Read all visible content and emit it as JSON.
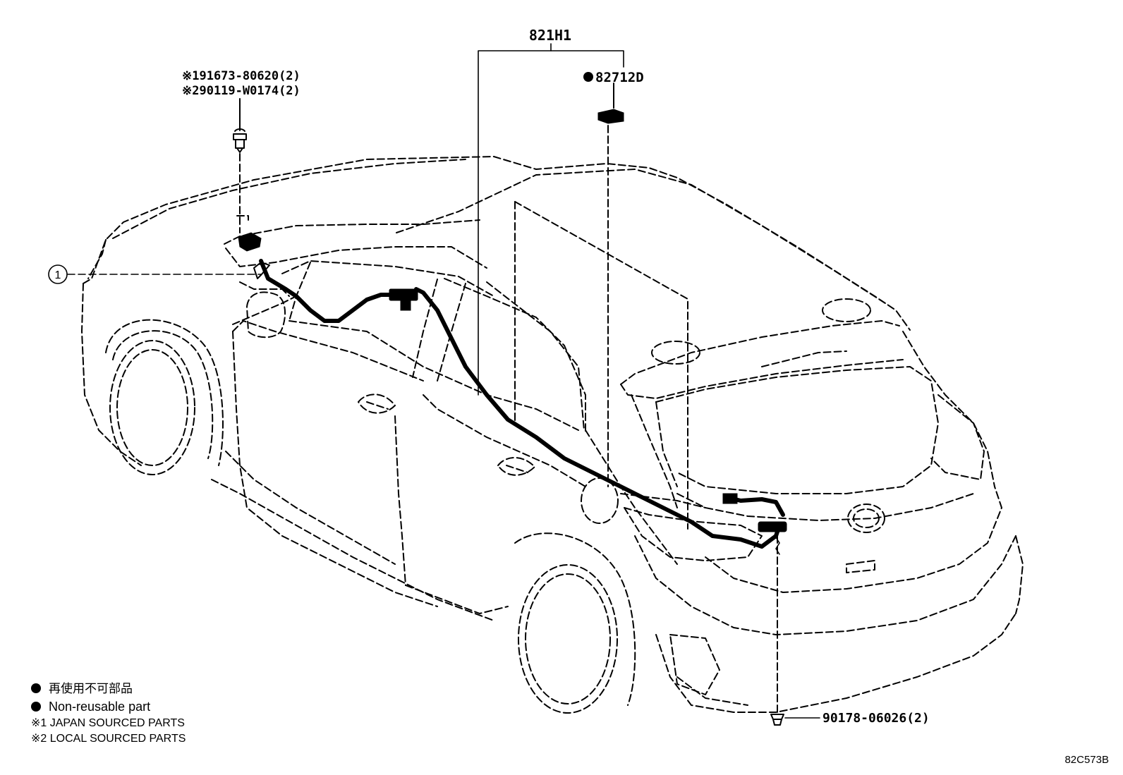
{
  "diagram_id": "82C573B",
  "parts": {
    "harness": "821H1",
    "connector": "82712D",
    "bolt_line1": "※191673-80620(2)",
    "bolt_line2": "※290119-W0174(2)",
    "clip": "90178-06026(2)",
    "callout": "1"
  },
  "legend": {
    "non_reusable_jp": "再使用不可部品",
    "non_reusable_en": "Non-reusable part",
    "note1": "※1 JAPAN SOURCED PARTS",
    "note2": "※2 LOCAL SOURCED PARTS"
  }
}
